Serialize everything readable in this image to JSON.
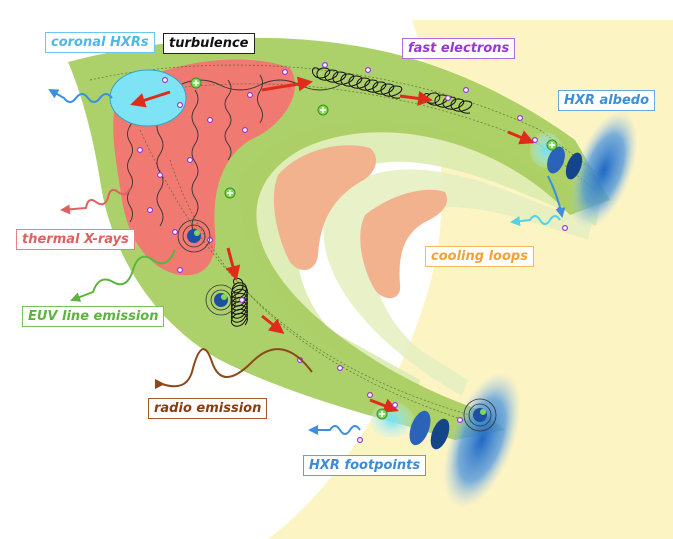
{
  "labels": {
    "coronal_hxrs": "coronal HXRs",
    "turbulence": "turbulence",
    "fast_electrons": "fast electrons",
    "hxr_albedo": "HXR albedo",
    "thermal_xrays": "thermal X-rays",
    "cooling_loops": "cooling loops",
    "euv_line_emission": "EUV line emission",
    "radio_emission": "radio emission",
    "hxr_footpoints": "HXR footpoints"
  },
  "colors": {
    "photosphere": "#fdf4c4",
    "loop_green": "#a9cf62",
    "loop_pale": "#dcebb0",
    "hot_region": "#f07a72",
    "cooling": "#f3b28e",
    "coronal_source": "#7ee3f4",
    "footpoint_blue": "#1f69c4",
    "electron": "#9a35d6",
    "proton": "#7ed957",
    "arrow_red": "#e02b1b",
    "euv_wave": "#5cb43f",
    "thermal_wave": "#e06060",
    "radio_wave": "#8a4a1c",
    "hxr_wave": "#3b8fe0"
  }
}
